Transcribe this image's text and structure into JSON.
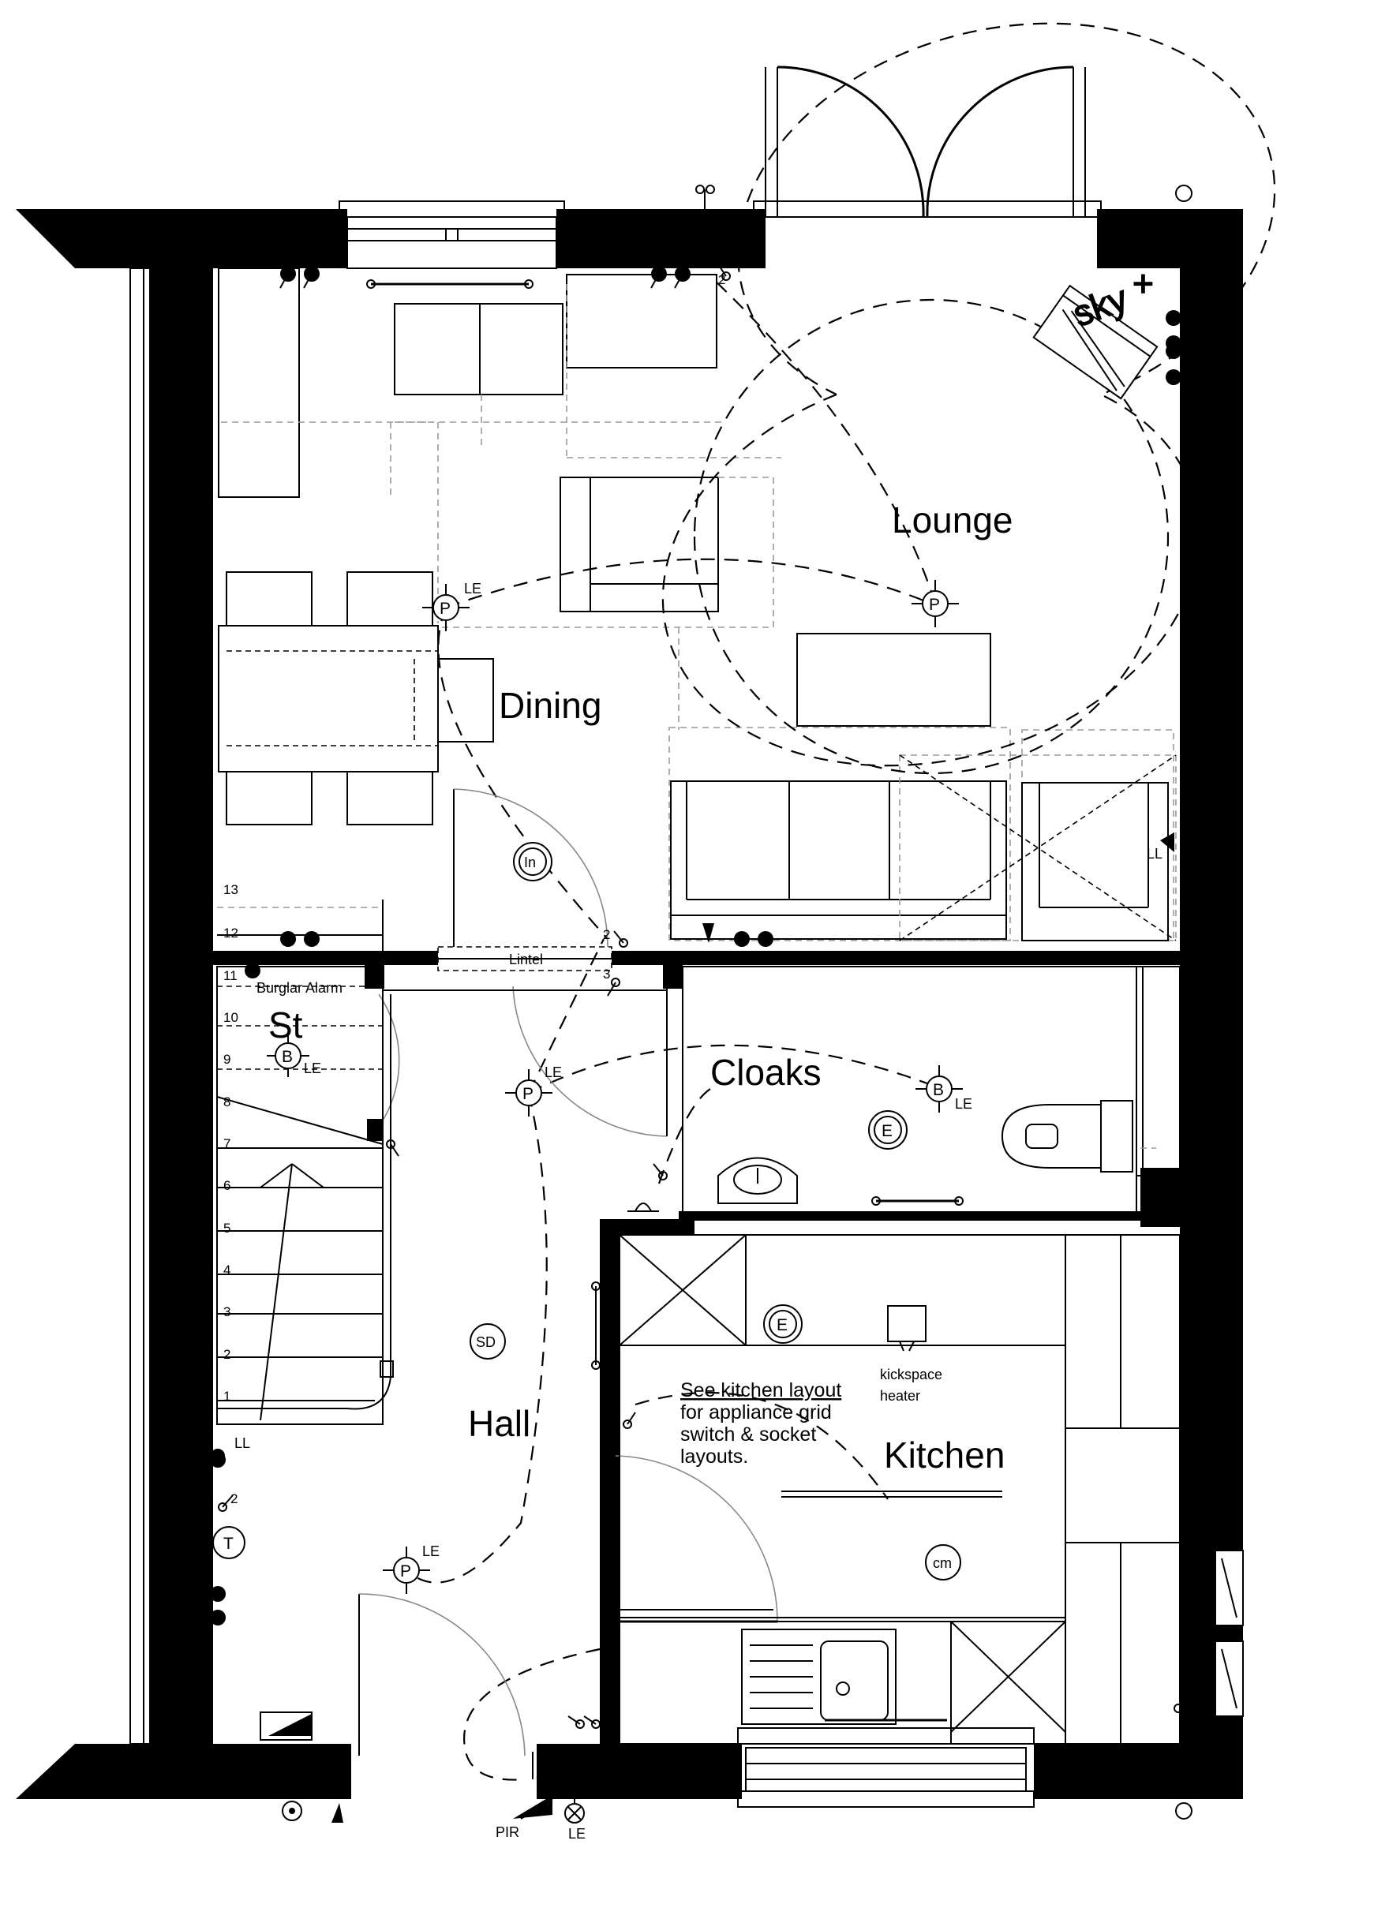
{
  "rooms": {
    "lounge": "Lounge",
    "dining": "Dining",
    "cloaks": "Cloaks",
    "hall": "Hall",
    "kitchen": "Kitchen",
    "store": "St"
  },
  "labels": {
    "lintel": "Lintel",
    "burglar_alarm": "Burglar Alarm",
    "kickspace_line1": "kickspace",
    "kickspace_line2": "heater",
    "kitchen_note_line1": "See kitchen layout",
    "kitchen_note_line2": "for appliance grid",
    "kitchen_note_line3": "switch & socket",
    "kitchen_note_line4": "layouts.",
    "pir": "PIR",
    "sky": "sky",
    "sky_plus": "+"
  },
  "symbols": {
    "pendant": "P",
    "bulkhead": "B",
    "low_energy": "LE",
    "low_level": "LL",
    "extract": "E",
    "smoke_detector": "SD",
    "co_monitor": "cm",
    "thermostat": "T",
    "internet": "In",
    "switch_way": "2",
    "switch_way_3": "3"
  },
  "stairs": {
    "steps": [
      "1",
      "2",
      "3",
      "4",
      "5",
      "6",
      "7",
      "8",
      "9",
      "10",
      "11",
      "12",
      "13"
    ]
  }
}
